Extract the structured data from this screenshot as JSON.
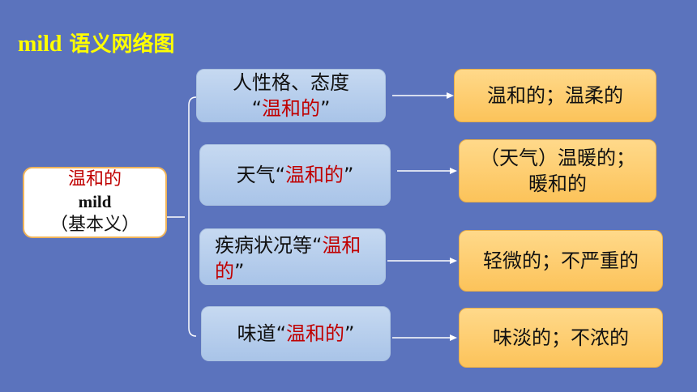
{
  "title": {
    "latin": "mild",
    "rest": " 语义网络图"
  },
  "root": {
    "line1": "温和的",
    "line2": "mild",
    "line3": "（基本义）"
  },
  "branches": [
    {
      "pre": "人性格、态度",
      "quote_open": "“",
      "highlight": "温和的",
      "quote_close": "”",
      "meaning_line1": "温和的；温柔的",
      "meaning_line2": ""
    },
    {
      "pre": "天气",
      "quote_open": "“",
      "highlight": "温和的",
      "quote_close": "”",
      "meaning_line1": "（天气）温暖的；",
      "meaning_line2": "暖和的"
    },
    {
      "pre": "疾病状况等",
      "quote_open": "“",
      "highlight": "温和的",
      "quote_close": "”",
      "meaning_line1": "轻微的；不严重的",
      "meaning_line2": ""
    },
    {
      "pre": "味道",
      "quote_open": "“",
      "highlight": "温和的",
      "quote_close": "”",
      "meaning_line1": "味淡的；不浓的",
      "meaning_line2": ""
    }
  ],
  "colors": {
    "background": "#5b73bd",
    "title": "#ffff00",
    "highlight": "#c00000",
    "connector": "#ffffff"
  }
}
